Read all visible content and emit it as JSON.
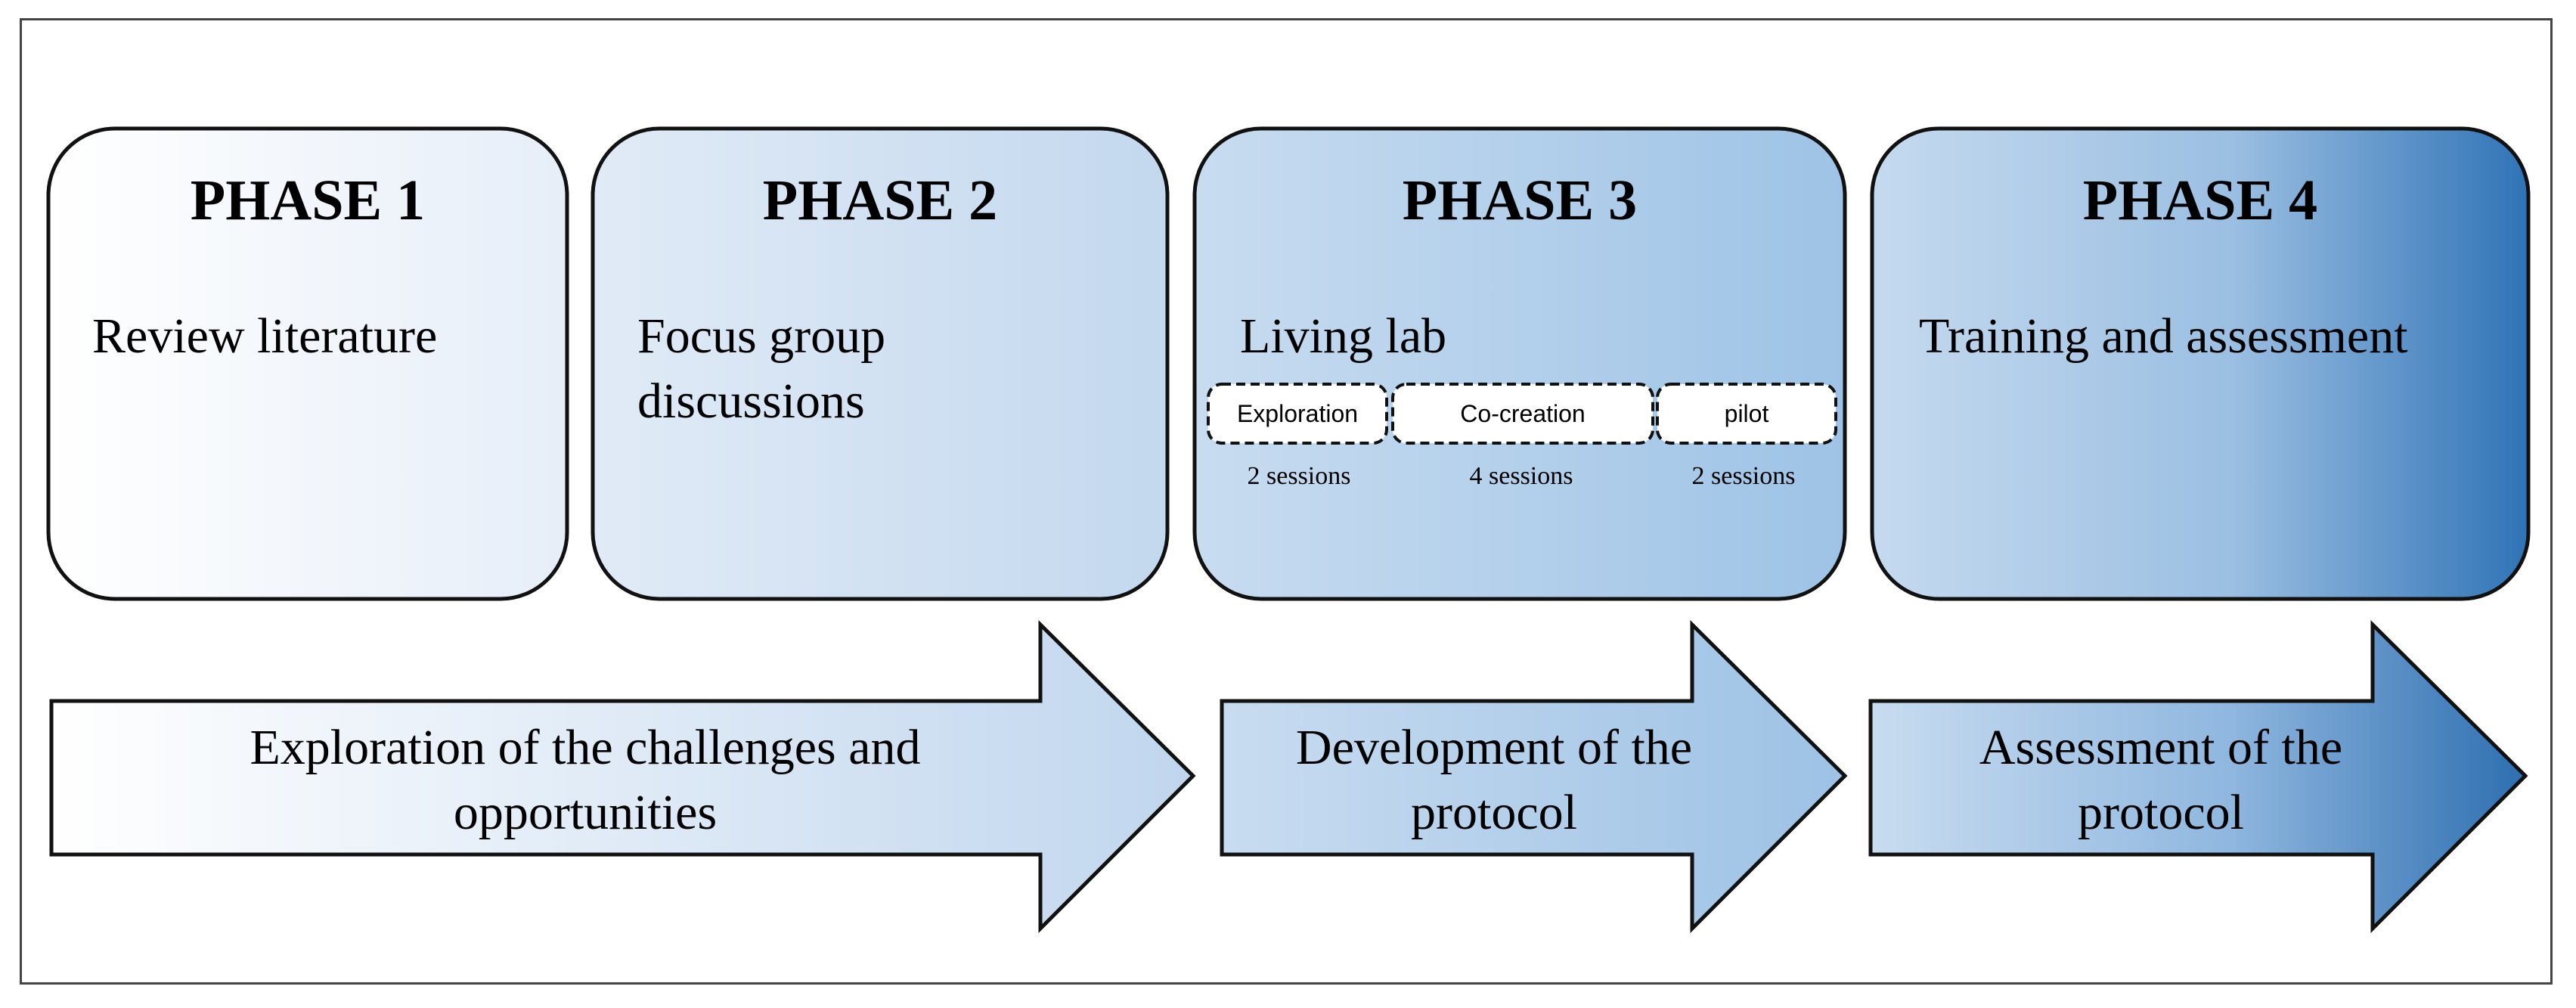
{
  "phases": [
    {
      "title": "PHASE 1",
      "lines": [
        "Review literature"
      ]
    },
    {
      "title": "PHASE 2",
      "lines": [
        "Focus group",
        "discussions"
      ]
    },
    {
      "title": "PHASE 3",
      "lines": [
        "Living lab"
      ],
      "steps": [
        {
          "label": "Exploration",
          "sessions": "2 sessions"
        },
        {
          "label": "Co-creation",
          "sessions": "4 sessions"
        },
        {
          "label": "pilot",
          "sessions": "2 sessions"
        }
      ]
    },
    {
      "title": "PHASE 4",
      "lines": [
        "Training and assessment"
      ]
    }
  ],
  "arrows": [
    {
      "lines": [
        "Exploration of the challenges and",
        "opportunities"
      ]
    },
    {
      "lines": [
        "Development of the",
        "protocol"
      ]
    },
    {
      "lines": [
        "Assessment of the",
        "protocol"
      ]
    }
  ],
  "colors": {
    "white": "#ffffff",
    "light_blue": "#dce8f5",
    "mid_blue": "#c3d8ee",
    "blue": "#9dc2e5",
    "dark_blue": "#2e74b5",
    "outline": "#111111"
  }
}
